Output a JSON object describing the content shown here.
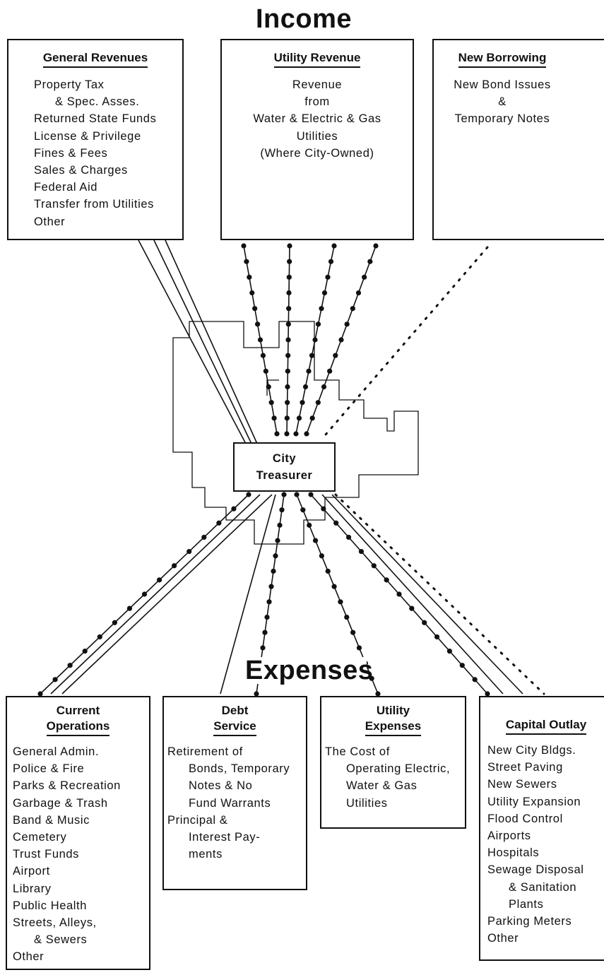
{
  "headings": {
    "income": "Income",
    "expenses": "Expenses"
  },
  "center": {
    "line1": "City",
    "line2": "Treasurer"
  },
  "income_boxes": {
    "general_revenues": {
      "title": "General Revenues",
      "items": [
        {
          "text": "Property Tax",
          "indent": false
        },
        {
          "text": "& Spec. Asses.",
          "indent": true
        },
        {
          "text": "Returned State Funds",
          "indent": false
        },
        {
          "text": "License & Privilege",
          "indent": false
        },
        {
          "text": "Fines & Fees",
          "indent": false
        },
        {
          "text": "Sales & Charges",
          "indent": false
        },
        {
          "text": "Federal Aid",
          "indent": false
        },
        {
          "text": "Transfer from Utilities",
          "indent": false
        },
        {
          "text": "Other",
          "indent": false
        }
      ]
    },
    "utility_revenue": {
      "title": "Utility Revenue",
      "items": [
        {
          "text": "Revenue",
          "indent": false
        },
        {
          "text": "from",
          "indent": false
        },
        {
          "text": "Water & Electric & Gas",
          "indent": false
        },
        {
          "text": "Utilities",
          "indent": false
        },
        {
          "text": "(Where City-Owned)",
          "indent": false
        }
      ]
    },
    "new_borrowing": {
      "title": "New Borrowing",
      "items": [
        {
          "text": "New Bond Issues",
          "indent": false
        },
        {
          "text": "&",
          "indent": false
        },
        {
          "text": "Temporary Notes",
          "indent": false
        }
      ]
    }
  },
  "expense_boxes": {
    "current_operations": {
      "title": "Current\nOperations",
      "items": [
        {
          "text": "General Admin.",
          "indent": false
        },
        {
          "text": "Police & Fire",
          "indent": false
        },
        {
          "text": "Parks & Recreation",
          "indent": false
        },
        {
          "text": "Garbage & Trash",
          "indent": false
        },
        {
          "text": "Band & Music",
          "indent": false
        },
        {
          "text": "Cemetery",
          "indent": false
        },
        {
          "text": "Trust Funds",
          "indent": false
        },
        {
          "text": "Airport",
          "indent": false
        },
        {
          "text": "Library",
          "indent": false
        },
        {
          "text": "Public Health",
          "indent": false
        },
        {
          "text": "Streets, Alleys,",
          "indent": false
        },
        {
          "text": "& Sewers",
          "indent": true
        },
        {
          "text": "Other",
          "indent": false
        }
      ]
    },
    "debt_service": {
      "title": "Debt\nService",
      "items": [
        {
          "text": "Retirement of",
          "indent": false
        },
        {
          "text": "Bonds, Temporary",
          "indent": true
        },
        {
          "text": "Notes & No",
          "indent": true
        },
        {
          "text": "Fund Warrants",
          "indent": true
        },
        {
          "text": "Principal &",
          "indent": false
        },
        {
          "text": "Interest Pay-",
          "indent": true
        },
        {
          "text": "ments",
          "indent": true
        }
      ]
    },
    "utility_expenses": {
      "title": "Utility\nExpenses",
      "items": [
        {
          "text": "The Cost of",
          "indent": false
        },
        {
          "text": "Operating Electric,",
          "indent": true
        },
        {
          "text": "Water & Gas",
          "indent": true
        },
        {
          "text": "Utilities",
          "indent": true
        }
      ]
    },
    "capital_outlay": {
      "title": "Capital Outlay",
      "items": [
        {
          "text": "New City Bldgs.",
          "indent": false
        },
        {
          "text": "Street Paving",
          "indent": false
        },
        {
          "text": "New Sewers",
          "indent": false
        },
        {
          "text": "Utility Expansion",
          "indent": false
        },
        {
          "text": "Flood Control",
          "indent": false
        },
        {
          "text": "Airports",
          "indent": false
        },
        {
          "text": "Hospitals",
          "indent": false
        },
        {
          "text": "Sewage Disposal",
          "indent": false
        },
        {
          "text": "& Sanitation",
          "indent": true
        },
        {
          "text": "Plants",
          "indent": true
        },
        {
          "text": "Parking Meters",
          "indent": false
        },
        {
          "text": "Other",
          "indent": false
        }
      ]
    }
  },
  "colors": {
    "ink": "#111111",
    "paper": "#ffffff"
  }
}
